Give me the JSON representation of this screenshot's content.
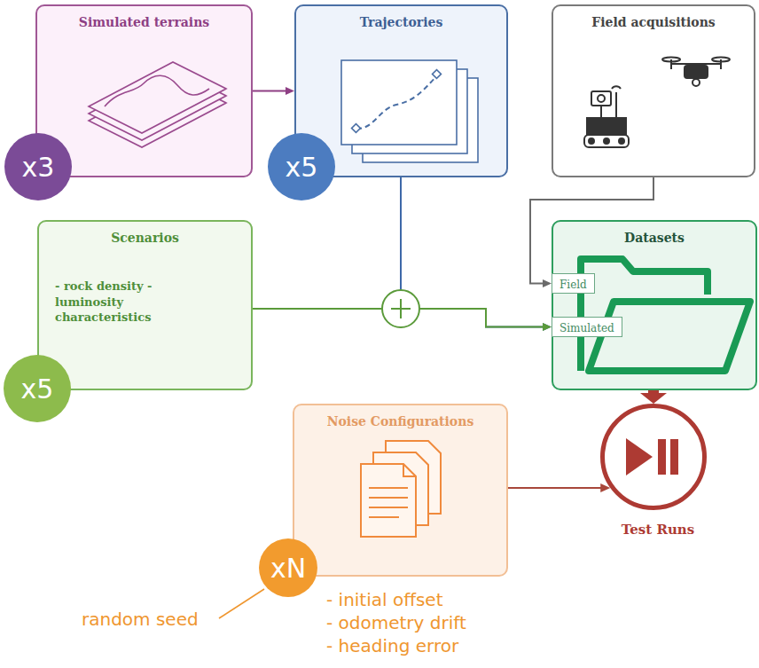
{
  "diagram": {
    "nodes": [
      {
        "text": [
          "Simulated terrains"
        ]
      },
      {
        "text": [
          "Trajectories"
        ]
      },
      {
        "text": [
          "Field acquisitions"
        ]
      },
      {
        "text": [
          "x3"
        ]
      },
      {
        "text": [
          "x5"
        ]
      },
      {
        "text": [
          "Scenarios",
          "- rock density - luminosity characteristics"
        ]
      },
      {
        "text": [
          "Datasets"
        ]
      },
      {
        "text": [
          "Field"
        ],
        "in": 6
      },
      {
        "text": [
          "Simulated"
        ],
        "in": 6
      },
      {
        "text": [
          "x5"
        ]
      },
      {
        "text": [
          "Noise Configurations"
        ]
      },
      {
        "text": [
          "xN"
        ]
      },
      {
        "text": [
          "Test Runs"
        ]
      }
    ],
    "edges": [
      {
        "from": 0,
        "to": 1,
        "arrow": "to"
      },
      {
        "from": 1,
        "to": 8,
        "arrow": "to"
      },
      {
        "from": 5,
        "to": 8,
        "arrow": "to"
      },
      {
        "from": 2,
        "to": 7,
        "arrow": "to"
      },
      {
        "from": 6,
        "to": 12,
        "arrow": "to"
      },
      {
        "from": 10,
        "to": 12,
        "arrow": "to"
      }
    ],
    "labels": [
      "random seed",
      "- initial offset",
      "- odometry drift",
      "- heading error"
    ]
  }
}
